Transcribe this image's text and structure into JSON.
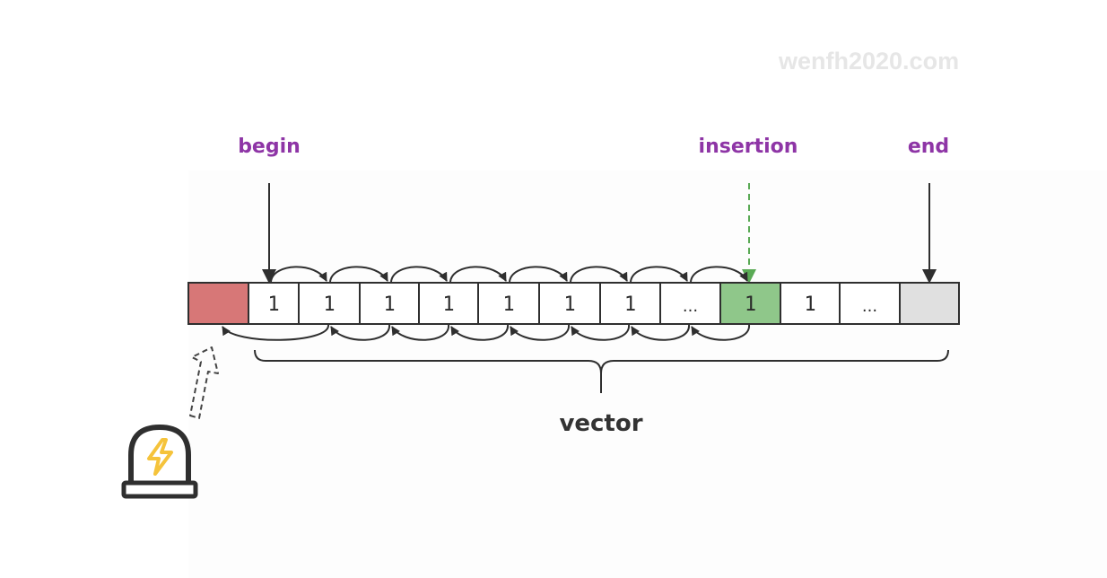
{
  "watermark": "wenfh2020.com",
  "colors": {
    "label": "#8e35a6",
    "stroke": "#2f2f2f",
    "removed_cell": "#d77777",
    "insertion_cell": "#8fc78a",
    "end_cell": "#e0e0e0",
    "normal_cell": "#ffffff",
    "insertion_arrow": "#5aaa55",
    "alarm_bolt": "#f5c33b"
  },
  "pointers": {
    "begin": "begin",
    "insertion": "insertion",
    "end": "end"
  },
  "cells": [
    {
      "text": "",
      "kind": "removed"
    },
    {
      "text": "1",
      "kind": "normal"
    },
    {
      "text": "1",
      "kind": "normal"
    },
    {
      "text": "1",
      "kind": "normal"
    },
    {
      "text": "1",
      "kind": "normal"
    },
    {
      "text": "1",
      "kind": "normal"
    },
    {
      "text": "1",
      "kind": "normal"
    },
    {
      "text": "1",
      "kind": "normal"
    },
    {
      "text": "...",
      "kind": "normal"
    },
    {
      "text": "1",
      "kind": "insertion"
    },
    {
      "text": "1",
      "kind": "normal"
    },
    {
      "text": "...",
      "kind": "normal"
    },
    {
      "text": "",
      "kind": "end"
    }
  ],
  "brace_label": "vector",
  "icons": {
    "alarm": "alarm-light-icon",
    "hollow_arrow": "dashed-up-arrow-icon"
  }
}
